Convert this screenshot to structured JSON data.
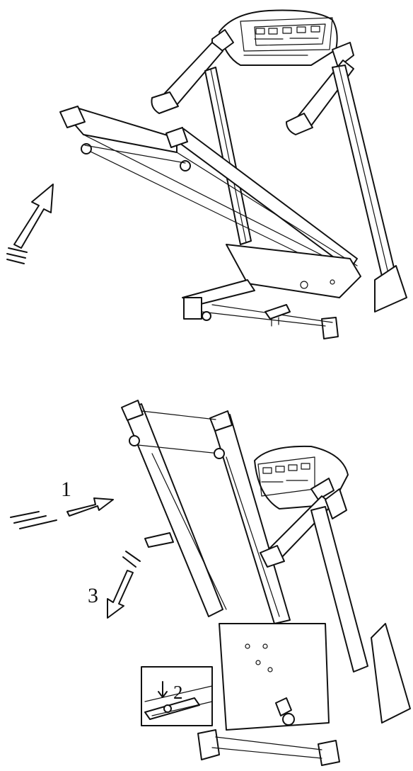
{
  "diagram": {
    "step_labels": {
      "step1": "1",
      "step2": "2",
      "step3": "3"
    }
  }
}
